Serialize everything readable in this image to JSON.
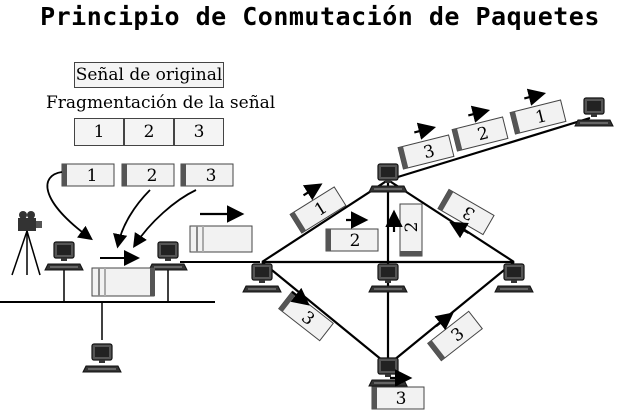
{
  "title": "Principio de Conmutación de Paquetes",
  "signal_label": "Señal de original",
  "fragmentation_label": "Fragmentación de la señal",
  "fragments": [
    "1",
    "2",
    "3"
  ],
  "queued_packets": [
    "1",
    "2",
    "3"
  ],
  "transit_packets": [
    {
      "label": "3"
    },
    {
      "label": "2"
    },
    {
      "label": "1"
    },
    {
      "label": "1"
    },
    {
      "label": "2"
    },
    {
      "label": "2"
    },
    {
      "label": "3"
    },
    {
      "label": "3"
    },
    {
      "label": "3"
    },
    {
      "label": "3"
    }
  ],
  "icons": [
    "computer-icon",
    "video-camera-icon",
    "arrow-icon"
  ]
}
